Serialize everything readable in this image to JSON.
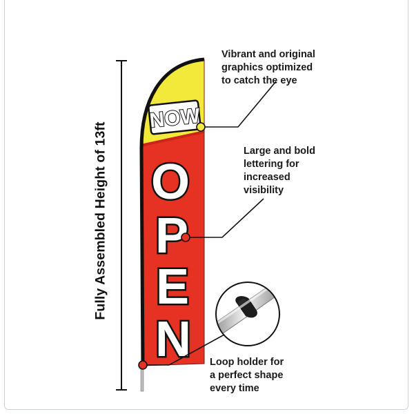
{
  "height_label": "Fully Assembled Height of 13ft",
  "flag": {
    "word_top": "NOW",
    "letters": [
      "O",
      "P",
      "E",
      "N"
    ],
    "colors": {
      "red": "#e53222",
      "yellow": "#f3e93a",
      "border": "#111111",
      "letter_fill": "#ffffff",
      "letter_stroke": "#111111"
    }
  },
  "callouts": [
    {
      "text": "Vibrant and original\ngraphics optimized\nto catch the eye"
    },
    {
      "text": "Large and bold\nlettering for\nincreased\nvisibility"
    },
    {
      "text": "Loop holder for\na perfect shape\nevery time"
    }
  ],
  "icons": {
    "loop_holder": "loop-holder-zoom-icon",
    "marker": "callout-marker-icon"
  }
}
